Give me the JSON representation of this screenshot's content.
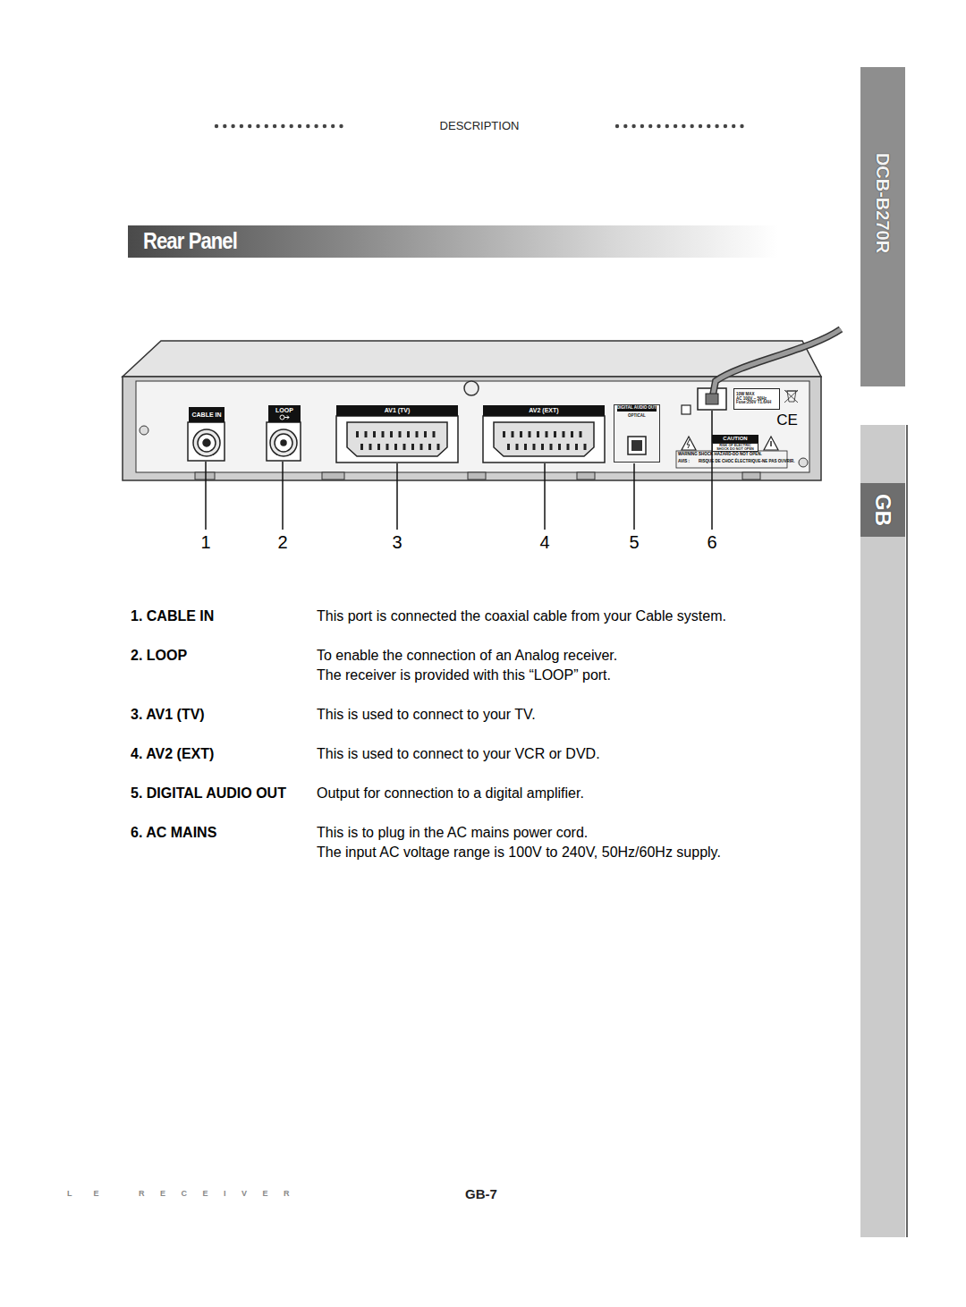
{
  "diagram": {
    "title": "Rear Panel",
    "nodes": [
      {
        "text": [
          "CABLE IN"
        ]
      },
      {
        "text": [
          "LOOP"
        ]
      },
      {
        "text": [
          "AV1 (TV)"
        ]
      },
      {
        "text": [
          "AV2 (EXT)"
        ]
      },
      {
        "text": [
          "DIGITAL AUDIO OUT",
          "OPTICAL"
        ]
      },
      {
        "text": [
          "10W MAX",
          "AC 100V ~ 50Hz",
          "Fuse:250V T1.6AH"
        ]
      },
      {
        "text": [
          "CAUTION"
        ]
      },
      {
        "text": [
          "RISK OF ELECTRIC SHOCK DO NOT OPEN"
        ]
      },
      {
        "text": [
          "DCB-B270R"
        ]
      },
      {
        "text": [
          "GB"
        ]
      }
    ],
    "labels": [
      "DESCRIPTION",
      "1",
      "2",
      "3",
      "4",
      "5",
      "6",
      "1. CABLE IN",
      "This port is connected the coaxial cable from your Cable system.",
      "2. LOOP",
      "To enable the connection of an Analog receiver.",
      "The receiver is provided with this “LOOP” port.",
      "3. AV1 (TV)",
      "This is used to connect to your TV.",
      "4. AV2 (EXT)",
      "This is used to connect to your VCR or DVD.",
      "5. DIGITAL AUDIO OUT",
      "Output for connection to a digital amplifier.",
      "6. AC MAINS",
      "This is to plug in the AC mains power cord.",
      "The input AC voltage range is 100V to 240V, 50Hz/60Hz supply.",
      "LE",
      "RECEIVER",
      "GB-7",
      "WARNING :",
      "SHOCK HAZARD-DO NOT OPEN.",
      "AVIS :",
      "RISQUE DE CHOC ÉLECTRIQUE-NE PAS OUVRIR.",
      "CE"
    ]
  }
}
